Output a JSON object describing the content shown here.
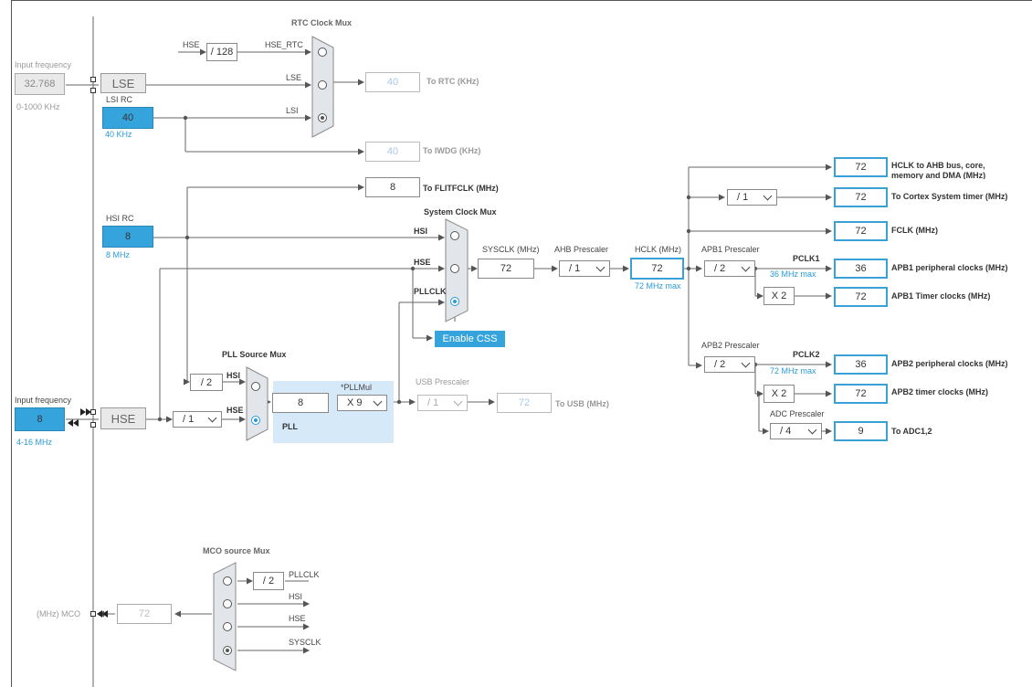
{
  "rtc_mux": {
    "title": "RTC Clock Mux",
    "hse_label": "HSE",
    "div": "/ 128",
    "hse_rtc": "HSE_RTC",
    "lse": "LSE",
    "lsi": "LSI"
  },
  "lse": {
    "input_label": "Input frequency",
    "value": "32.768",
    "range": "0-1000 KHz",
    "name": "LSE"
  },
  "lsi": {
    "name": "LSI RC",
    "value": "40",
    "unit": "40 KHz"
  },
  "rtc_out": {
    "value": "40",
    "label": "To RTC (KHz)"
  },
  "iwdg_out": {
    "value": "40",
    "label": "To IWDG (KHz)"
  },
  "flit_out": {
    "value": "8",
    "label": "To FLITFCLK (MHz)"
  },
  "hsi": {
    "name": "HSI RC",
    "value": "8",
    "unit": "8 MHz"
  },
  "sys_mux": {
    "title": "System Clock Mux",
    "hsi": "HSI",
    "hse": "HSE",
    "pllclk": "PLLCLK"
  },
  "sysclk": {
    "label": "SYSCLK (MHz)",
    "value": "72"
  },
  "ahb": {
    "label": "AHB Prescaler",
    "value": "/ 1"
  },
  "hclk": {
    "label": "HCLK (MHz)",
    "value": "72",
    "max": "72 MHz max"
  },
  "css_button": "Enable CSS",
  "apb1": {
    "label": "APB1 Prescaler",
    "value": "/ 2",
    "pclk": "PCLK1",
    "max": "36 MHz max",
    "mult": "X 2"
  },
  "apb2": {
    "label": "APB2 Prescaler",
    "value": "/ 2",
    "pclk": "PCLK2",
    "max": "72 MHz max",
    "mult": "X 2"
  },
  "adc": {
    "label": "ADC Prescaler",
    "value": "/ 4"
  },
  "cortex_div": "/ 1",
  "outputs": [
    {
      "value": "72",
      "label": "HCLK to AHB bus, core,",
      "label2": "memory and DMA (MHz)"
    },
    {
      "value": "72",
      "label": "To Cortex System timer (MHz)"
    },
    {
      "value": "72",
      "label": "FCLK (MHz)"
    },
    {
      "value": "36",
      "label": "APB1 peripheral clocks (MHz)"
    },
    {
      "value": "72",
      "label": "APB1 Timer clocks (MHz)"
    },
    {
      "value": "36",
      "label": "APB2 peripheral clocks (MHz)"
    },
    {
      "value": "72",
      "label": "APB2 timer clocks (MHz)"
    },
    {
      "value": "9",
      "label": "To ADC1,2"
    }
  ],
  "hse": {
    "input_label": "Input frequency",
    "value": "8",
    "range": "4-16 MHz",
    "name": "HSE",
    "div": "/ 1"
  },
  "pll_src": {
    "title": "PLL Source Mux",
    "hsi": "HSI",
    "hse": "HSE",
    "div": "/ 2"
  },
  "pll": {
    "mul_label": "*PLLMul",
    "input": "8",
    "mul": "X 9",
    "name": "PLL"
  },
  "usb": {
    "label": "USB Prescaler",
    "value": "/ 1",
    "out": "72",
    "out_label": "To USB (MHz)"
  },
  "mco": {
    "title": "MCO source Mux",
    "div": "/ 2",
    "pllclk": "PLLCLK",
    "hsi": "HSI",
    "hse": "HSE",
    "sysclk": "SYSCLK",
    "value": "72",
    "label": "(MHz) MCO"
  }
}
